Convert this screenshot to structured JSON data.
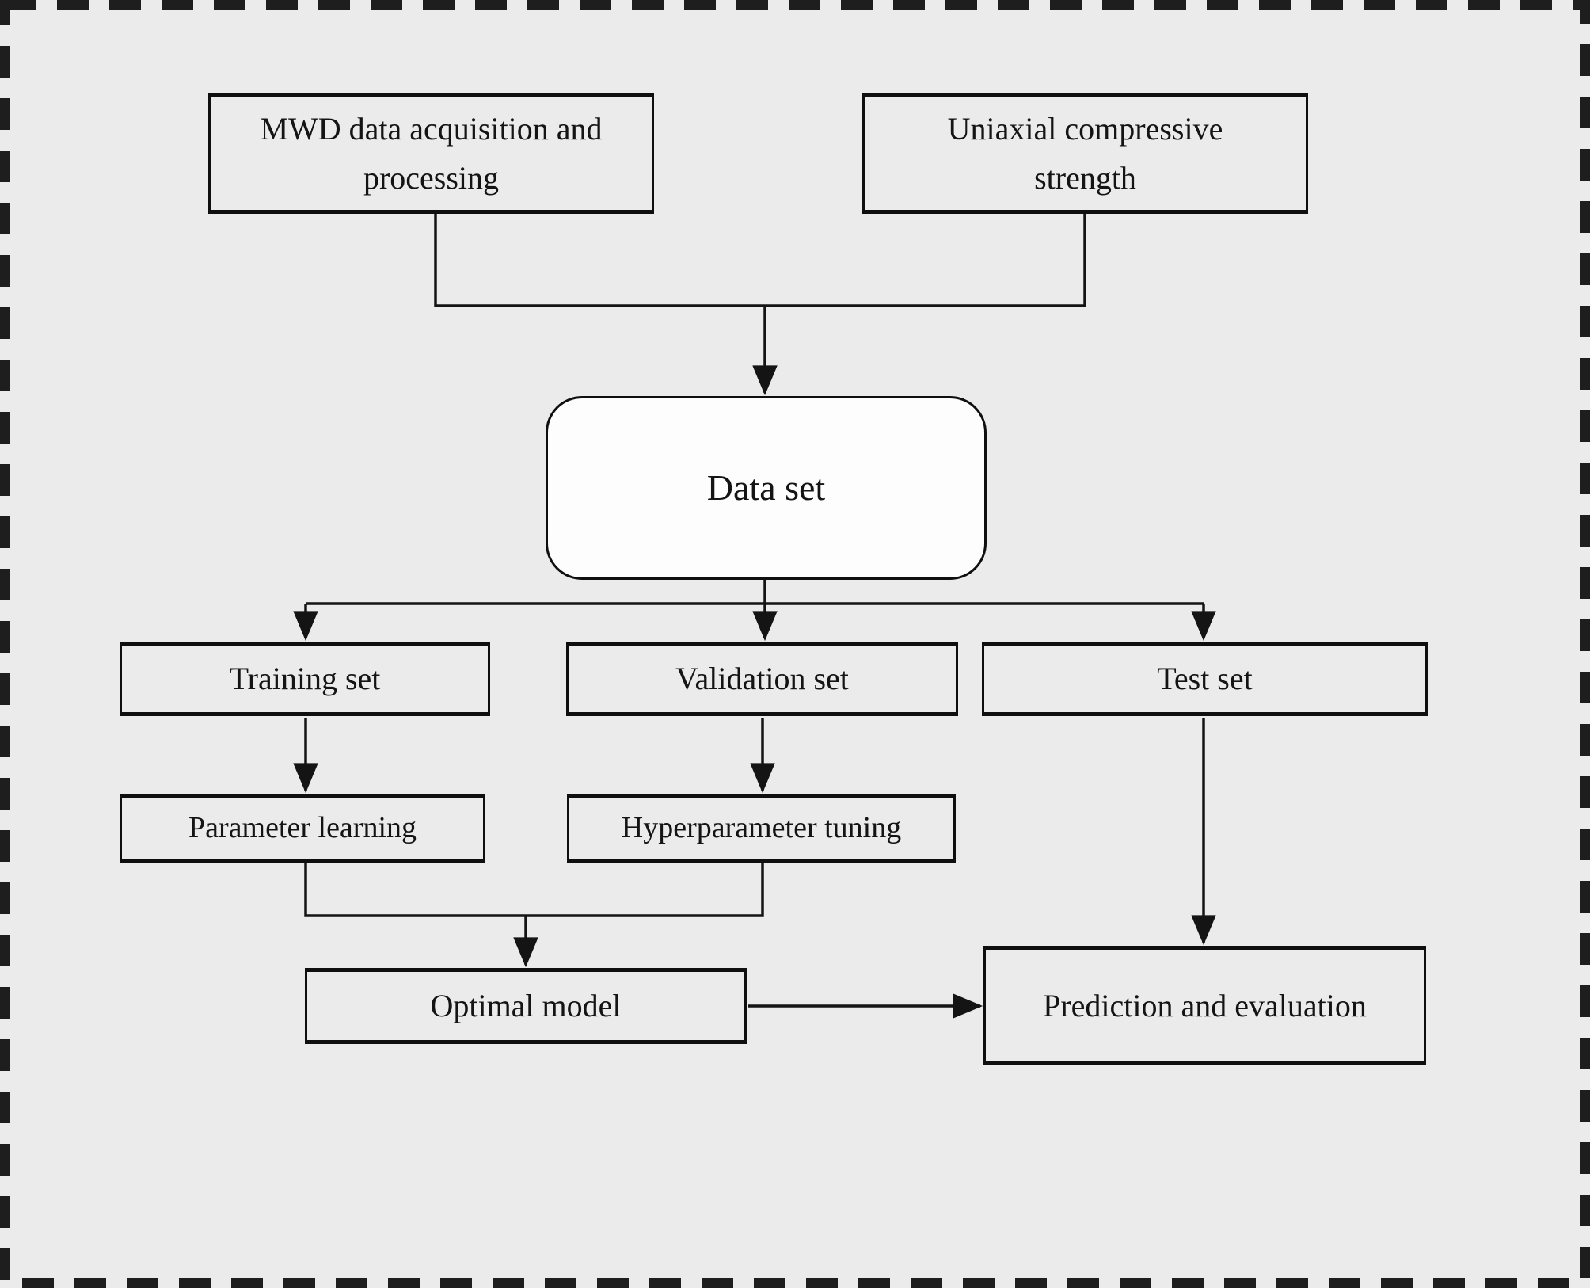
{
  "diagram": {
    "type": "flowchart",
    "nodes": {
      "mwd": {
        "label": "MWD data acquisition and processing",
        "shape": "rectangle"
      },
      "ucs": {
        "label": "Uniaxial compressive strength",
        "shape": "rectangle"
      },
      "dataset": {
        "label": "Data set",
        "shape": "rounded-rectangle"
      },
      "training": {
        "label": "Training set",
        "shape": "rectangle"
      },
      "validation": {
        "label": "Validation set",
        "shape": "rectangle"
      },
      "test": {
        "label": "Test set",
        "shape": "rectangle"
      },
      "parameter": {
        "label": "Parameter learning",
        "shape": "rectangle"
      },
      "hyperparameter": {
        "label": "Hyperparameter tuning",
        "shape": "rectangle"
      },
      "optimal": {
        "label": "Optimal model",
        "shape": "rectangle"
      },
      "prediction": {
        "label": "Prediction and evaluation",
        "shape": "rectangle"
      }
    },
    "edges": [
      {
        "from": "mwd",
        "to": "dataset",
        "arrow": true
      },
      {
        "from": "ucs",
        "to": "dataset",
        "arrow": true
      },
      {
        "from": "dataset",
        "to": "training",
        "arrow": true
      },
      {
        "from": "dataset",
        "to": "validation",
        "arrow": true
      },
      {
        "from": "dataset",
        "to": "test",
        "arrow": true
      },
      {
        "from": "training",
        "to": "parameter",
        "arrow": true
      },
      {
        "from": "validation",
        "to": "hyperparameter",
        "arrow": true
      },
      {
        "from": "parameter",
        "to": "optimal",
        "arrow": true
      },
      {
        "from": "hyperparameter",
        "to": "optimal",
        "arrow": true
      },
      {
        "from": "optimal",
        "to": "prediction",
        "arrow": true
      },
      {
        "from": "test",
        "to": "prediction",
        "arrow": true
      }
    ],
    "colors": {
      "background": "#ebebeb",
      "node_fill": "#ebebeb",
      "dataset_fill": "#fdfdfd",
      "line": "#141414",
      "text": "#141414",
      "dashed_border": "#1e1e1e"
    }
  }
}
